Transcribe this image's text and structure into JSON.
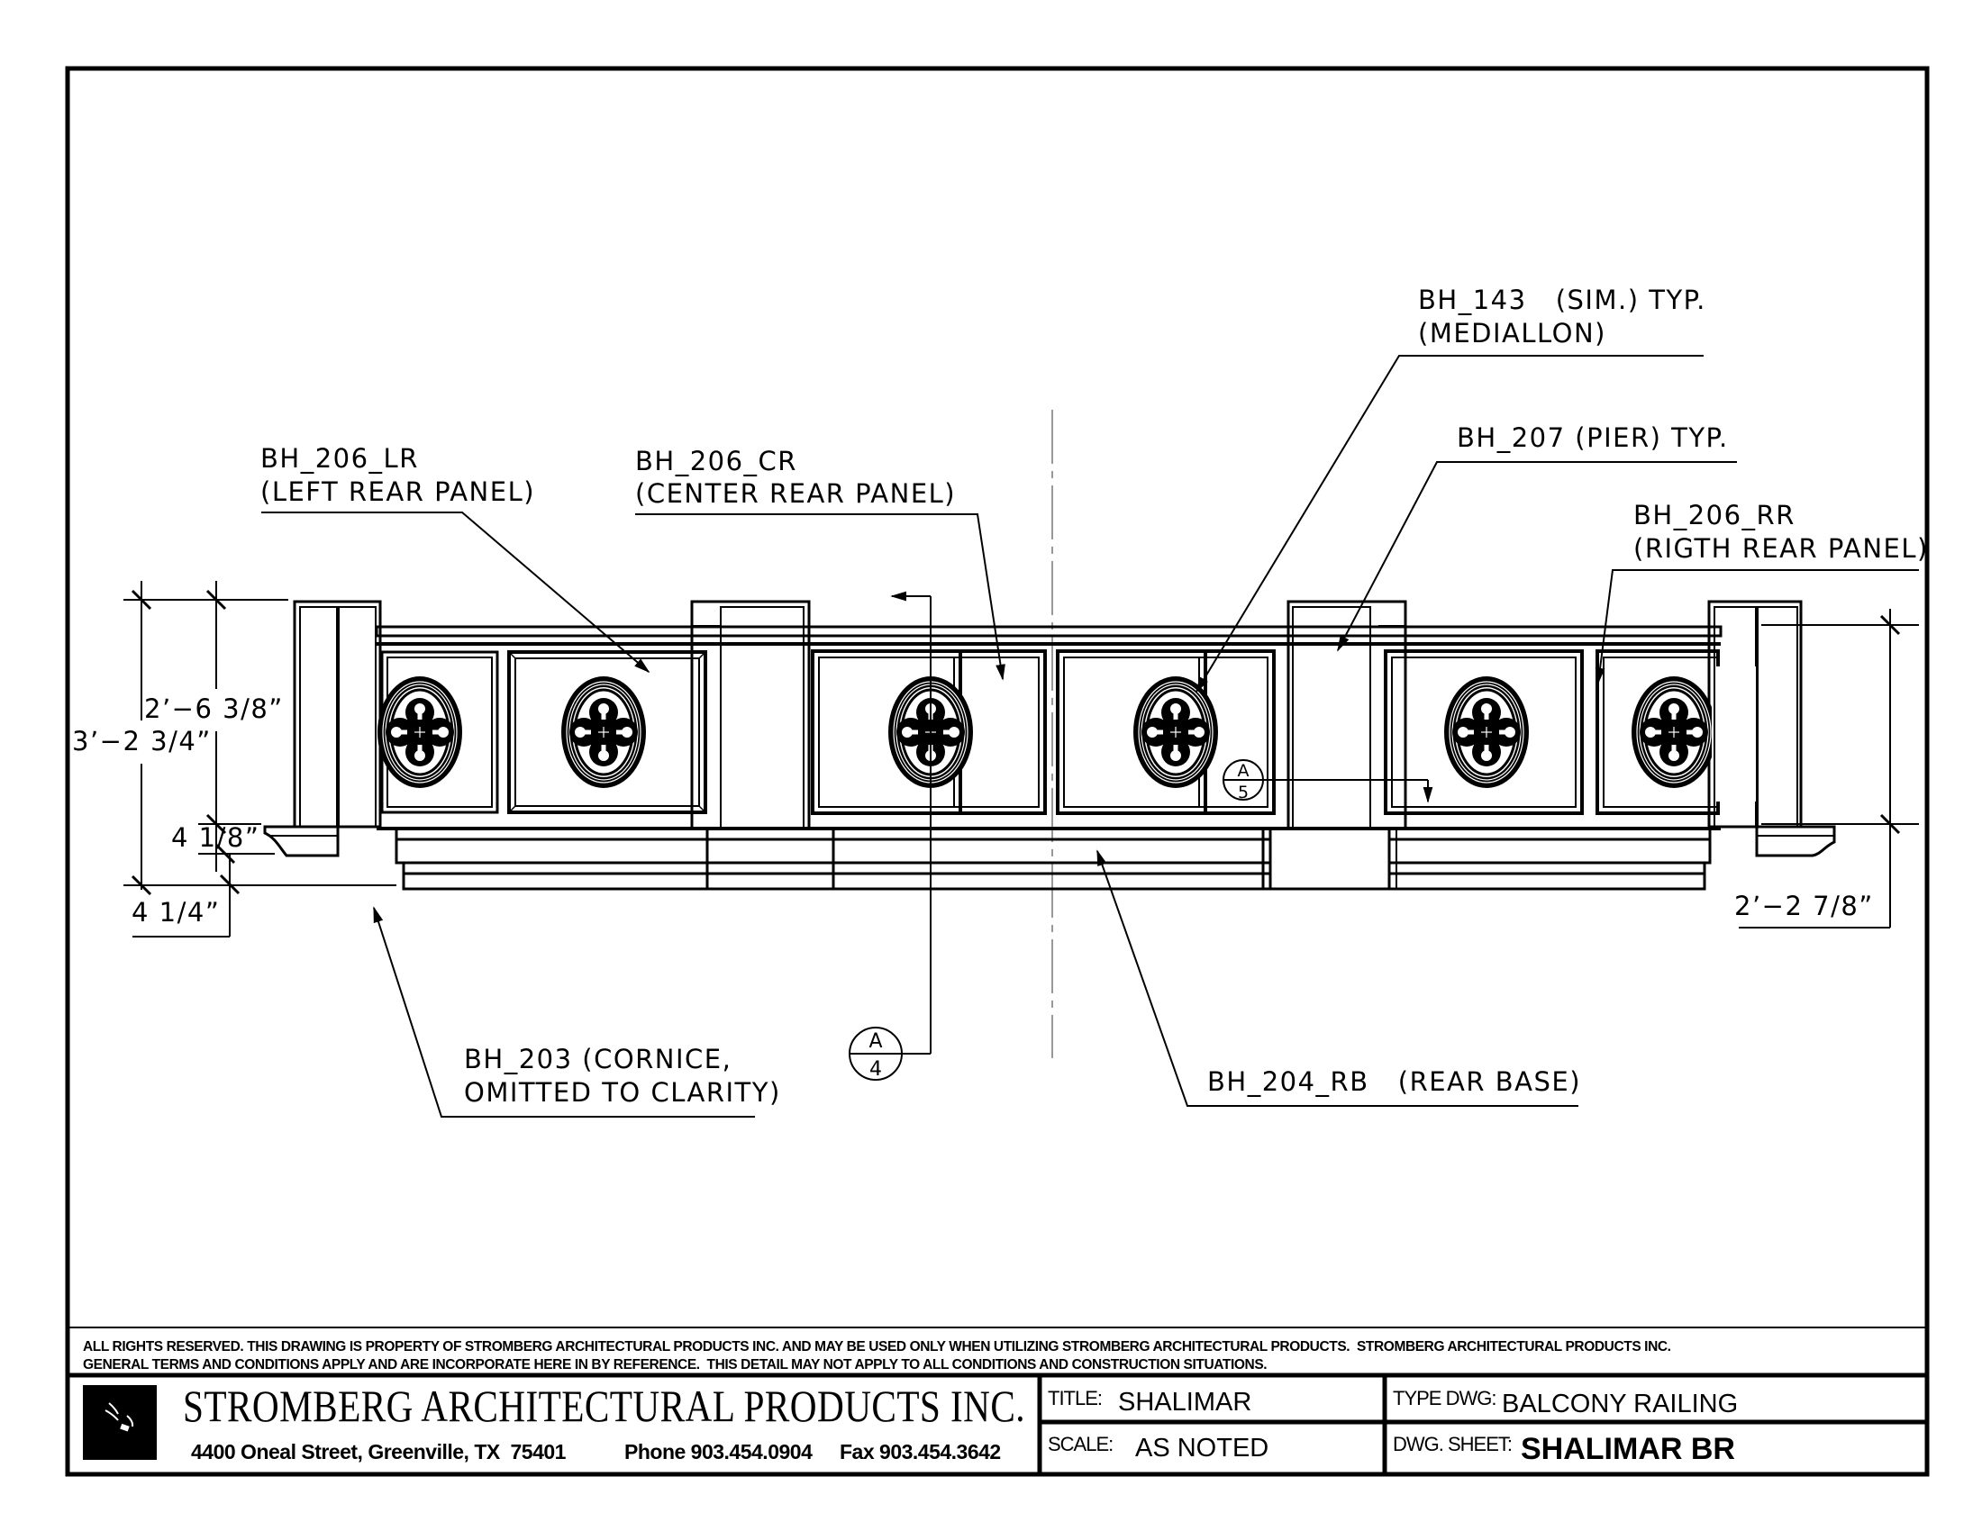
{
  "drawing": {
    "callouts": {
      "left_rear_panel": {
        "code": "BH_206_LR",
        "desc": "(LEFT REAR PANEL)"
      },
      "center_rear_panel": {
        "code": "BH_206_CR",
        "desc": "(CENTER REAR PANEL)"
      },
      "medallion": {
        "code": "BH_143   (SIM.) TYP.",
        "desc": "(MEDIALLON)"
      },
      "pier": {
        "code": "BH_207 (PIER) TYP."
      },
      "right_rear_panel": {
        "code": "BH_206_RR",
        "desc": "(RIGTH REAR PANEL)"
      },
      "cornice": {
        "code": "BH_203 (CORNICE,",
        "desc": "OMITTED TO CLARITY)"
      },
      "rear_base": {
        "code": "BH_204_RB   (REAR BASE)"
      }
    },
    "dimensions": {
      "overall_height": "3’−2 3/4”",
      "panel_height": "2’−6 3/8”",
      "base_upper": "4 1/8”",
      "base_lower": "4 1/4”",
      "right_height": "2’−2 7/8”"
    },
    "section_markers": [
      {
        "letter": "A",
        "number": "4"
      },
      {
        "letter": "A",
        "number": "5"
      }
    ]
  },
  "notice": {
    "line1": "ALL RIGHTS RESERVED. THIS DRAWING IS PROPERTY OF STROMBERG ARCHITECTURAL PRODUCTS INC. AND MAY BE USED ONLY WHEN UTILIZING STROMBERG ARCHITECTURAL PRODUCTS.  STROMBERG ARCHITECTURAL PRODUCTS INC.",
    "line2": "GENERAL TERMS AND CONDITIONS APPLY AND ARE INCORPORATE HERE IN BY REFERENCE.  THIS DETAIL MAY NOT APPLY TO ALL CONDITIONS AND CONSTRUCTION SITUATIONS."
  },
  "title_block": {
    "company": "STROMBERG ARCHITECTURAL PRODUCTS INC.",
    "address": "4400 Oneal Street, Greenville, TX  75401",
    "phone": "Phone 903.454.0904",
    "fax": "Fax 903.454.3642",
    "title_label": "TITLE:",
    "title_value": "SHALIMAR",
    "scale_label": "SCALE:",
    "scale_value": "AS NOTED",
    "type_label": "TYPE DWG:",
    "type_value": "BALCONY RAILING",
    "sheet_label": "DWG. SHEET:",
    "sheet_value": "SHALIMAR BR"
  }
}
